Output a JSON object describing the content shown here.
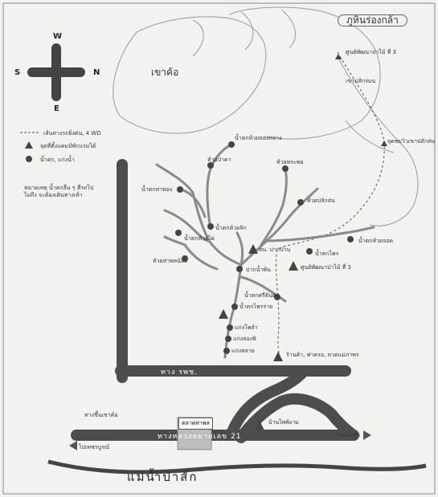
{
  "compass": {
    "north": "N",
    "south": "S",
    "east": "E",
    "west": "W"
  },
  "legend": {
    "trail": "เส้นทางรถยิ่งต่น, 4 WD",
    "campsite": "จุดที่ตั้งแคมป์พักแรมได้",
    "waterfall": "น้ำตก, แก่งน้ำ"
  },
  "note": "หมายเหตุ  น้ำตกลื่น ๆ ที่รถไปไม่ถึง จะต้องเดินทางเท้า",
  "places": {
    "phu_hin_rong_kla": "ภูหินร่องกล้า",
    "khao_kho": "เขาค้อ",
    "khao_plak_chan": "เขาปลักร่มน",
    "dev_center_3_top": "ศูนย์พัฒนาป่าไม้  ที่ 3",
    "view_point": "จุดชมวิวเขาปลักส่น",
    "huai_thong_thang": "น้ำตกห้วยทองหลาง",
    "huai_pa_ka": "ห้วยป่าคา",
    "huai_phrao": "ห้วยพระพย",
    "nam_tok_tha_thong": "น้ำตกท่าทอง",
    "huai_plak_chan": "ห้วยปลักส่น",
    "huai_lik": "น้ำตกห้วยลิก",
    "huai_phai": "น้ำตกห้วยไผ่",
    "huai_pong_noi": "ห้วยท่าพลน้อย",
    "pak_nam_dam": "ปากน้ำพ้น",
    "huai_yang": "น้ำตกห้วยจอด",
    "nam_tok_phai": "น้ำตกไพร",
    "dev_center_3": "ศูนย์พัฒนาป่าไม้ ที่ 3",
    "sa_nam_dam": "สน. ปากป่าน",
    "nam_tok_sri_din": "น้ำตกศรีดินดุย",
    "nam_tok_phai_bottom": "น้ำตกไพรร่าย",
    "kaeng_kheng": "แก่งโพล้า",
    "kaeng_song": "แก่งสองพิ",
    "kaeng_sai": "แก่งสลาย",
    "shops": "ร้านค้า, ฟาครอ, หวดแม่ภาพร",
    "ban_huai_sai": "บ้านไพพ้งาม",
    "ban_huai_road": "ทางขึ้นเขาค้อ",
    "to_phetchabun": "ไปเพชรบูรณ์",
    "to_phitsanulok": "ไปหล่มสัก",
    "talad": "ตลาดท่าพล"
  },
  "roads": {
    "hospital_road": "ทาง  รพช.",
    "highway": "ทางหลวงหมายเลข  21"
  },
  "river": "แม่น้ำป่าสัก"
}
